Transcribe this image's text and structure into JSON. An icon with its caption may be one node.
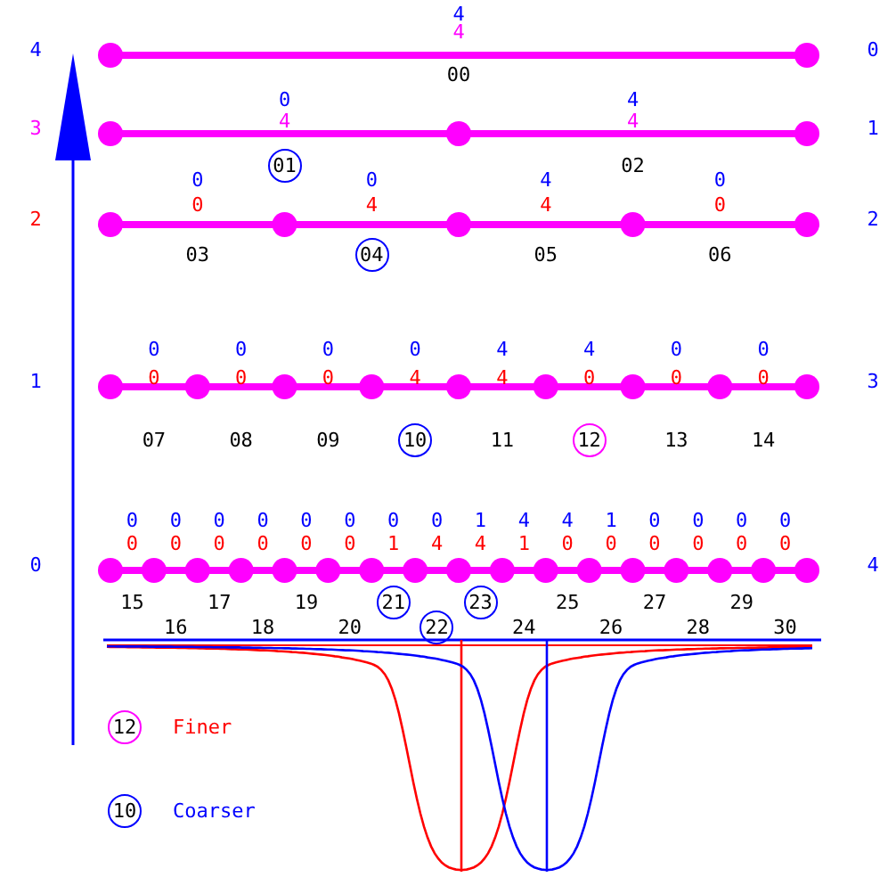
{
  "diagram": {
    "labels": [
      "4",
      "4",
      "4",
      "00",
      "0",
      "3",
      "0",
      "4",
      "4",
      "4",
      "01",
      "02",
      "1",
      "2",
      "0",
      "0",
      "4",
      "0",
      "0",
      "4",
      "4",
      "0",
      "03",
      "04",
      "05",
      "06",
      "2",
      "1",
      "0",
      "0",
      "0",
      "0",
      "4",
      "4",
      "0",
      "0",
      "0",
      "0",
      "0",
      "4",
      "4",
      "0",
      "0",
      "0",
      "07",
      "08",
      "09",
      "10",
      "11",
      "12",
      "13",
      "14",
      "3",
      "0",
      "0",
      "0",
      "0",
      "0",
      "0",
      "0",
      "0",
      "0",
      "1",
      "4",
      "4",
      "1",
      "0",
      "0",
      "0",
      "0",
      "0",
      "0",
      "0",
      "0",
      "0",
      "0",
      "1",
      "4",
      "4",
      "1",
      "0",
      "0",
      "0",
      "0",
      "0",
      "0",
      "15",
      "16",
      "17",
      "18",
      "19",
      "20",
      "21",
      "22",
      "23",
      "24",
      "25",
      "26",
      "27",
      "28",
      "29",
      "30",
      "4",
      "12",
      "10"
    ],
    "legend": [
      {
        "text": "Finer"
      },
      {
        "text": "Coarser"
      }
    ]
  }
}
